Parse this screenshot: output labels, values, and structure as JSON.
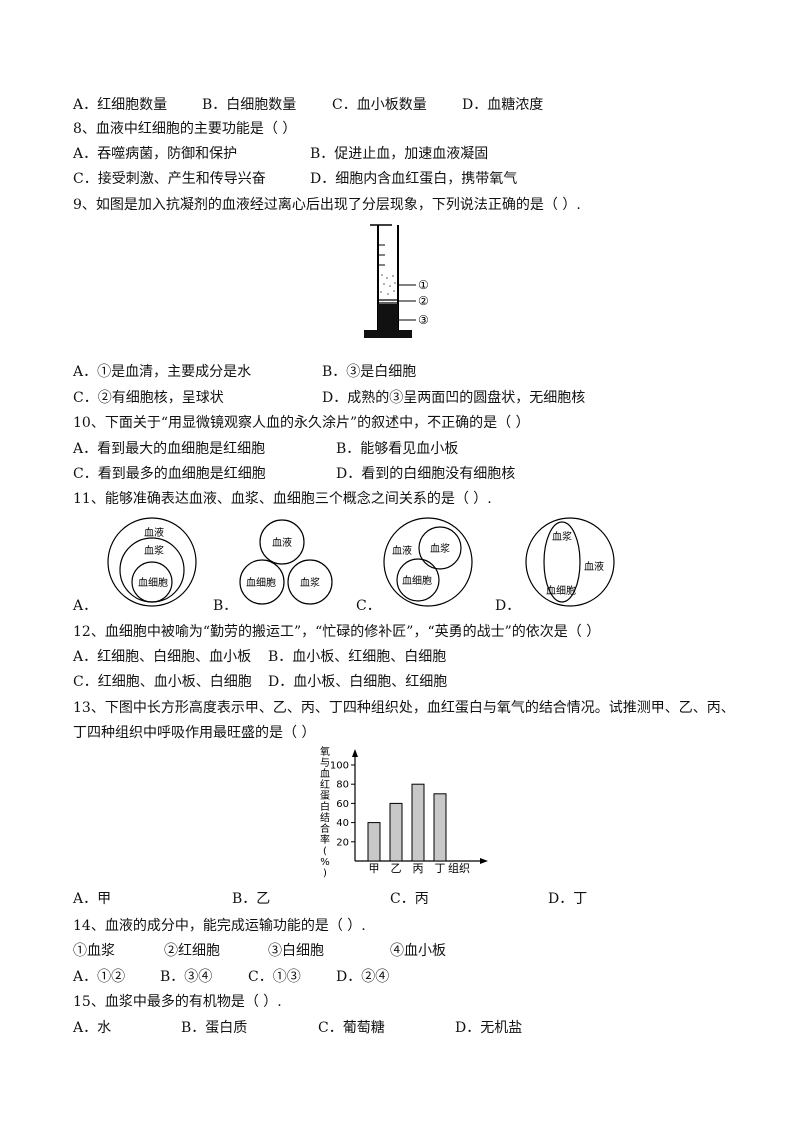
{
  "q7": {
    "a": "A．红细胞数量",
    "b": "B．白细胞数量",
    "c": "C．血小板数量",
    "d": "D．血糖浓度"
  },
  "q8": {
    "stem": "8、血液中红细胞的主要功能是（      ）",
    "a": "A．吞噬病菌，防御和保护",
    "b": "B．促进止血，加速血液凝固",
    "c": "C．接受刺激、产生和传导兴奋",
    "d": "D．细胞内含血红蛋白，携带氧气"
  },
  "q9": {
    "stem": "9、如图是加入抗凝剂的血液经过离心后出现了分层现象，下列说法正确的是（        ）.",
    "labels": [
      "①",
      "②",
      "③"
    ],
    "a": "A．①是血清，主要成分是水",
    "b": "B．③是白细胞",
    "c": "C．②有细胞核，呈球状",
    "d": "D．成熟的③呈两面凹的圆盘状，无细胞核"
  },
  "q10": {
    "stem": "10、下面关于“用显微镜观察人血的永久涂片”的叙述中，不正确的是（        ）",
    "a": "A．看到最大的血细胞是红细胞",
    "b": "B．能够看见血小板",
    "c": "C．看到最多的血细胞是红细胞",
    "d": "D．看到的白细胞没有细胞核"
  },
  "q11": {
    "stem": "11、能够准确表达血液、血浆、血细胞三个概念之间关系的是（        ）.",
    "terms": {
      "blood": "血液",
      "plasma": "血浆",
      "cells": "血细胞"
    },
    "a": "A．",
    "b": "B．",
    "c": "C．",
    "d": "D．"
  },
  "q12": {
    "stem": "12、血细胞中被喻为“勤劳的搬运工”，“忙碌的修补匠”，“英勇的战士”的依次是（        ）",
    "a": "A．红细胞、白细胞、血小板",
    "b": "B．血小板、红细胞、白细胞",
    "c": "C．红细胞、血小板、白细胞",
    "d": "D．血小板、白细胞、红细胞"
  },
  "q13": {
    "stem1": "13、下图中长方形高度表示甲、乙、丙、丁四种组织处，血红蛋白与氧气的结合情况。试推测甲、乙、丙、",
    "stem2": "丁四种组织中呼吸作用最旺盛的是（        ）",
    "a": "A．甲",
    "b": "B．乙",
    "c": "C．丙",
    "d": "D．丁"
  },
  "chart_data": {
    "type": "bar",
    "categories": [
      "甲",
      "乙",
      "丙",
      "丁"
    ],
    "values": [
      40,
      60,
      80,
      70
    ],
    "xlabel": "组织",
    "ylabel": "氧与血红蛋白结合率(%)",
    "yticks": [
      "20",
      "40",
      "60",
      "80",
      "100"
    ],
    "ylim": [
      0,
      100
    ],
    "grid": false,
    "bar_color": "#c8c8c8"
  },
  "q14": {
    "stem": "14、血液的成分中，能完成运输功能的是（        ）.",
    "items": [
      "①血浆",
      "②红细胞",
      "③白细胞",
      "④血小板"
    ],
    "a": "A．①②",
    "b": "B．③④",
    "c": "C．①③",
    "d": "D．②④"
  },
  "q15": {
    "stem": "15、血浆中最多的有机物是（      ）.",
    "a": "A．水",
    "b": "B．蛋白质",
    "c": "C．葡萄糖",
    "d": "D．无机盐"
  }
}
